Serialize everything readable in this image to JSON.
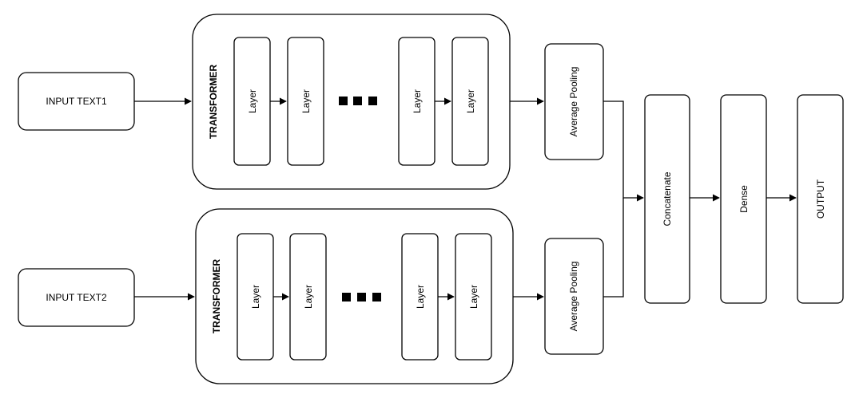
{
  "inputs": [
    "INPUT TEXT1",
    "INPUT TEXT2"
  ],
  "encoder_title": "TRANSFORMER",
  "layer_label": "Layer",
  "pooling_label": "Average Pooling",
  "concatenate_label": "Concatenate",
  "dense_label": "Dense",
  "output_label": "OUTPUT"
}
